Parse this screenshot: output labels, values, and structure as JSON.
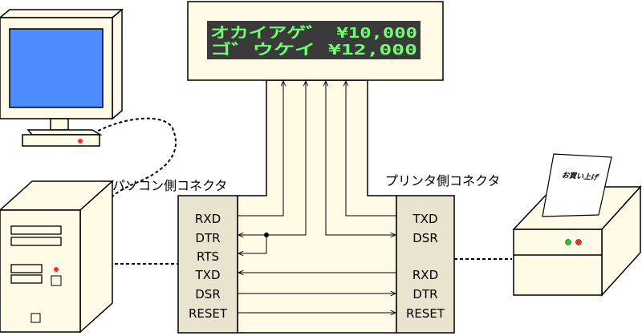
{
  "display": {
    "line1": "オカイアゲ゛ ¥10,000",
    "line2": "ゴ゛ウケイ ¥12,000"
  },
  "pc": {
    "connector_title": "パソコン側コネクタ",
    "pins": [
      "RXD",
      "DTR",
      "RTS",
      "TXD",
      "DSR",
      "RESET"
    ]
  },
  "printer": {
    "connector_title": "プリンタ側コネクタ",
    "pins_top": [
      "TXD",
      "DSR"
    ],
    "pins_bottom": [
      "RXD",
      "DTR",
      "RESET"
    ],
    "paper_text": "お買い上げ"
  },
  "colors": {
    "cream": "#fffbe6",
    "connector": "#e8e4d0",
    "lcd_bg": "#3a3a3a",
    "lcd_text": "#6dff6d",
    "screen": "#4d8cff",
    "led_red": "#ff2a2a",
    "led_green": "#22cc22"
  }
}
